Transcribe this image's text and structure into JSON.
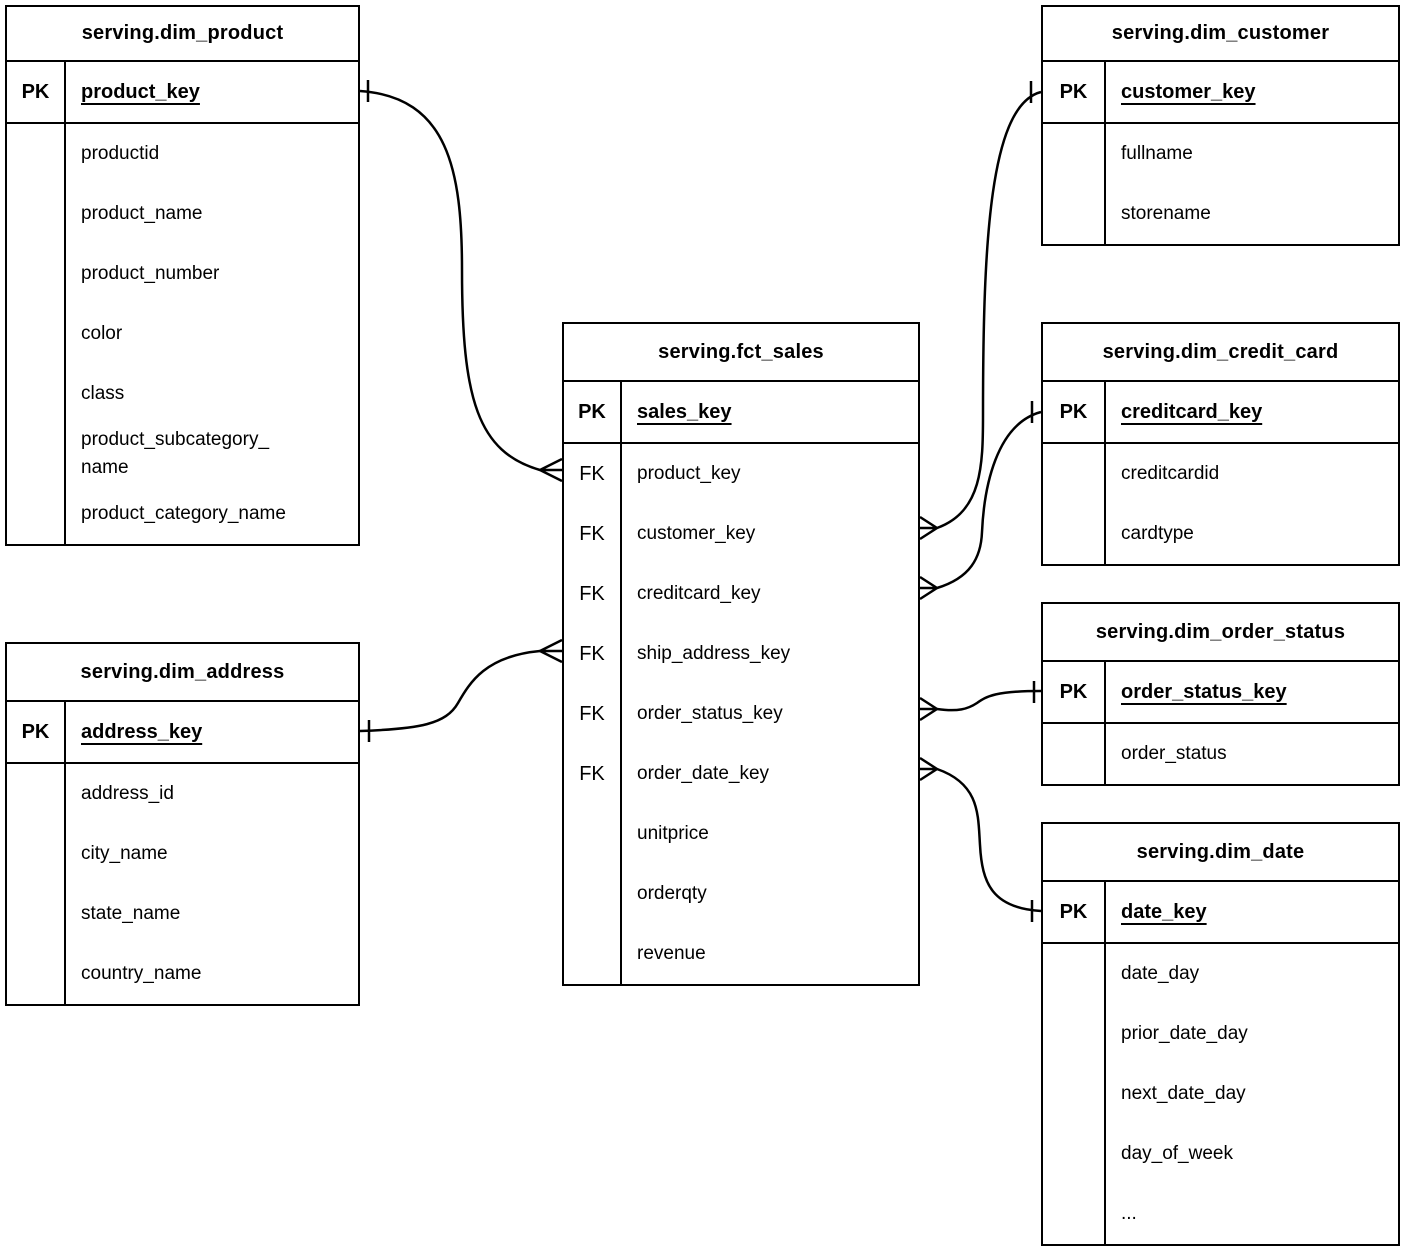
{
  "diagram_type": "entity-relationship",
  "tables": {
    "dim_product": {
      "title": "serving.dim_product",
      "pk_badge": "PK",
      "pk": "product_key",
      "rows": [
        {
          "badge": "",
          "name": "productid"
        },
        {
          "badge": "",
          "name": "product_name"
        },
        {
          "badge": "",
          "name": "product_number"
        },
        {
          "badge": "",
          "name": "color"
        },
        {
          "badge": "",
          "name": "class"
        },
        {
          "badge": "",
          "name": "product_subcategory_\nname"
        },
        {
          "badge": "",
          "name": "product_category_name"
        }
      ]
    },
    "dim_address": {
      "title": "serving.dim_address",
      "pk_badge": "PK",
      "pk": "address_key",
      "rows": [
        {
          "badge": "",
          "name": "address_id"
        },
        {
          "badge": "",
          "name": "city_name"
        },
        {
          "badge": "",
          "name": "state_name"
        },
        {
          "badge": "",
          "name": "country_name"
        }
      ]
    },
    "fct_sales": {
      "title": "serving.fct_sales",
      "pk_badge": "PK",
      "pk": "sales_key",
      "rows": [
        {
          "badge": "FK",
          "name": "product_key"
        },
        {
          "badge": "FK",
          "name": "customer_key"
        },
        {
          "badge": "FK",
          "name": "creditcard_key"
        },
        {
          "badge": "FK",
          "name": "ship_address_key"
        },
        {
          "badge": "FK",
          "name": "order_status_key"
        },
        {
          "badge": "FK",
          "name": "order_date_key"
        },
        {
          "badge": "",
          "name": "unitprice"
        },
        {
          "badge": "",
          "name": "orderqty"
        },
        {
          "badge": "",
          "name": "revenue"
        }
      ]
    },
    "dim_customer": {
      "title": "serving.dim_customer",
      "pk_badge": "PK",
      "pk": "customer_key",
      "rows": [
        {
          "badge": "",
          "name": "fullname"
        },
        {
          "badge": "",
          "name": "storename"
        }
      ]
    },
    "dim_credit_card": {
      "title": "serving.dim_credit_card",
      "pk_badge": "PK",
      "pk": "creditcard_key",
      "rows": [
        {
          "badge": "",
          "name": "creditcardid"
        },
        {
          "badge": "",
          "name": "cardtype"
        }
      ]
    },
    "dim_order_status": {
      "title": "serving.dim_order_status",
      "pk_badge": "PK",
      "pk": "order_status_key",
      "rows": [
        {
          "badge": "",
          "name": "order_status"
        }
      ]
    },
    "dim_date": {
      "title": "serving.dim_date",
      "pk_badge": "PK",
      "pk": "date_key",
      "rows": [
        {
          "badge": "",
          "name": "date_day"
        },
        {
          "badge": "",
          "name": "prior_date_day"
        },
        {
          "badge": "",
          "name": "next_date_day"
        },
        {
          "badge": "",
          "name": "day_of_week"
        },
        {
          "badge": "",
          "name": "..."
        }
      ]
    }
  },
  "relationships": [
    {
      "from": "fct_sales.product_key",
      "to": "dim_product.product_key",
      "from_cardinality": "many",
      "to_cardinality": "one"
    },
    {
      "from": "fct_sales.customer_key",
      "to": "dim_customer.customer_key",
      "from_cardinality": "many",
      "to_cardinality": "one"
    },
    {
      "from": "fct_sales.creditcard_key",
      "to": "dim_credit_card.creditcard_key",
      "from_cardinality": "many",
      "to_cardinality": "one"
    },
    {
      "from": "fct_sales.ship_address_key",
      "to": "dim_address.address_key",
      "from_cardinality": "many",
      "to_cardinality": "one"
    },
    {
      "from": "fct_sales.order_status_key",
      "to": "dim_order_status.order_status_key",
      "from_cardinality": "many",
      "to_cardinality": "one"
    },
    {
      "from": "fct_sales.order_date_key",
      "to": "dim_date.date_key",
      "from_cardinality": "many",
      "to_cardinality": "one"
    }
  ],
  "colors": {
    "line": "#000000",
    "background": "#ffffff",
    "text": "#000000"
  }
}
